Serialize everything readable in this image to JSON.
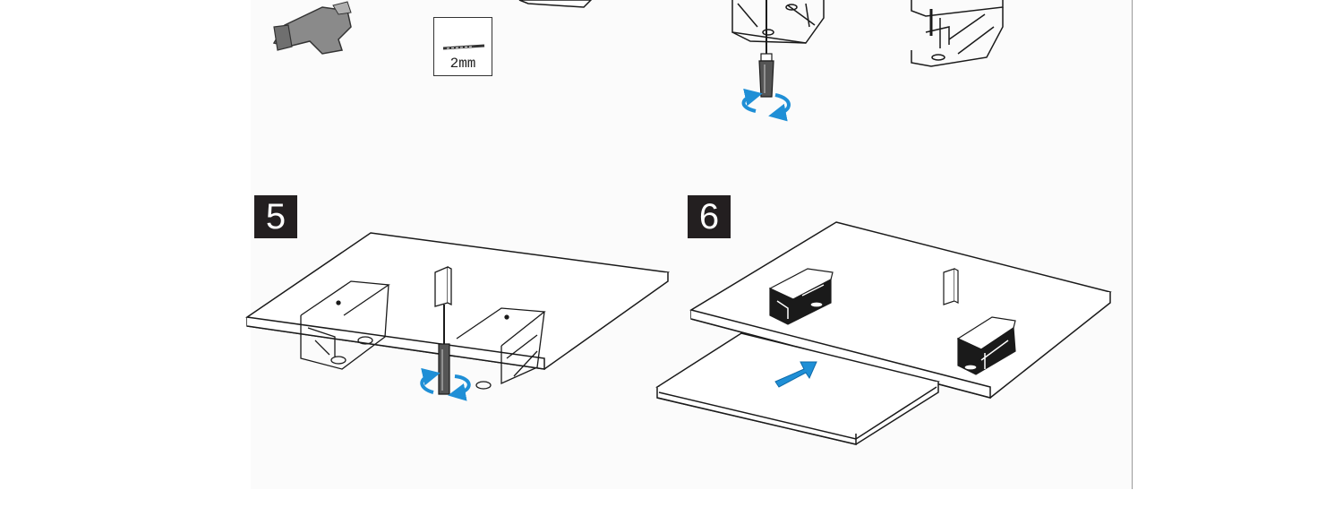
{
  "steps": {
    "step5": {
      "number": "5"
    },
    "step6": {
      "number": "6"
    }
  },
  "drill_bit": {
    "size_label": "2mm"
  },
  "icons": {
    "drill": "cordless-drill-icon",
    "drill_bit": "drill-bit-icon",
    "screwdriver": "screwdriver-icon",
    "rotate": "rotate-arrow-icon",
    "insert": "insert-arrow-icon",
    "bracket": "mounting-bracket-icon",
    "panel": "panel-board-icon",
    "shelf": "shelf-board-icon"
  },
  "colors": {
    "arrow_blue": "#1f8fd6",
    "badge_bg": "#231f20",
    "line": "#1a1a1a",
    "drill_gray": "#8a8a8a"
  }
}
